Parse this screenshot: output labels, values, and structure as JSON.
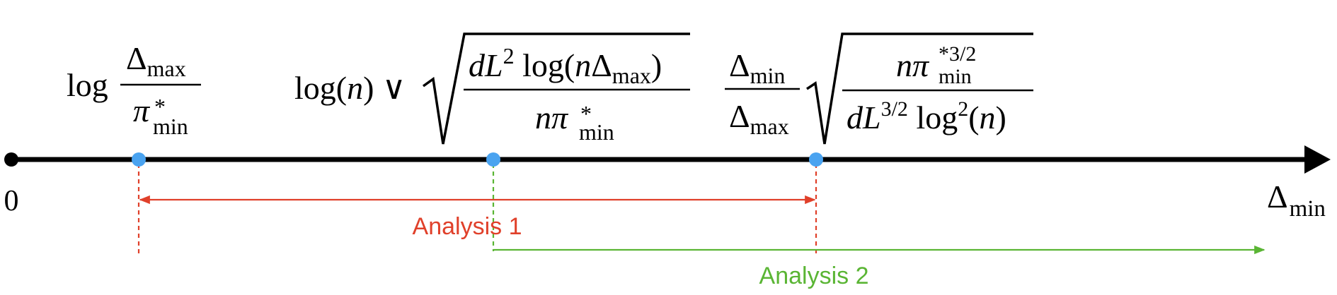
{
  "colors": {
    "axis": "#000000",
    "marker": "#4aa3f0",
    "analysis1": "#e0402a",
    "analysis2": "#5ab534"
  },
  "axis": {
    "origin_label": "0",
    "end_label_main": "Δ",
    "end_label_sub": "min"
  },
  "threshold_1": {
    "log": "log",
    "num_main": "Δ",
    "num_sub": "max",
    "den_main": "π",
    "den_sup": "*",
    "den_sub": "min"
  },
  "threshold_2": {
    "lead": "log(",
    "lead_n": "n",
    "lead_close": ") ∨",
    "num_d": "d",
    "num_L": "L",
    "num_sup": "2",
    "num_log": " log(",
    "num_n": "n",
    "num_delta": "Δ",
    "num_sub": "max",
    "num_close": ")",
    "den_n": "n",
    "den_pi": "π",
    "den_sup": "*",
    "den_sub": "min"
  },
  "threshold_3": {
    "frac_num_main": "Δ",
    "frac_num_sub": "min",
    "frac_den_main": "Δ",
    "frac_den_sub": "max",
    "num_n": "n",
    "num_pi": "π",
    "num_sup": "*3/2",
    "num_sub": "min",
    "den_d": "d",
    "den_L": "L",
    "den_L_sup": "3/2",
    "den_log": " log",
    "den_log_sup": "2",
    "den_open": "(",
    "den_n": "n",
    "den_close": ")"
  },
  "ranges": {
    "analysis1_label": "Analysis 1",
    "analysis2_label": "Analysis 2"
  }
}
